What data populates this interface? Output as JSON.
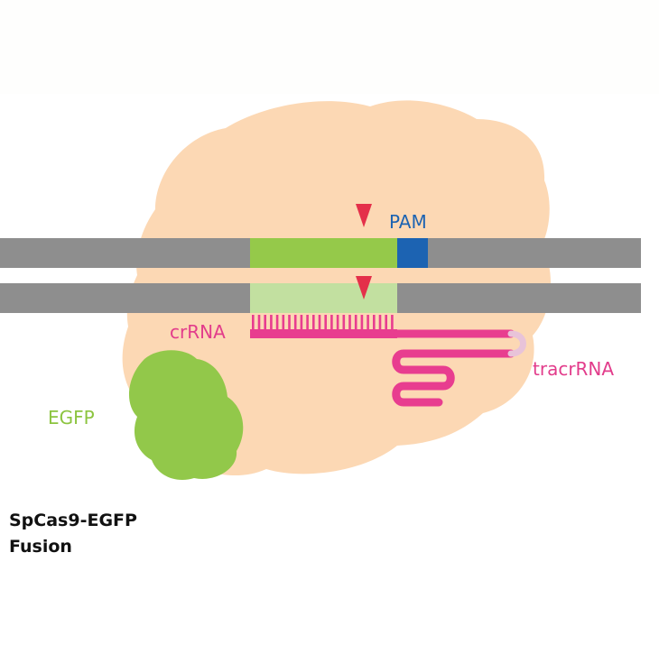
{
  "labels": {
    "pam": "PAM",
    "crrna": "crRNA",
    "tracrrna": "tracrRNA",
    "egfp": "EGFP"
  },
  "caption": {
    "line1": "SpCas9-EGFP",
    "line2": "Fusion"
  },
  "colors": {
    "background": "#ffffff",
    "upper_panel": "#fefefd",
    "cas9": "#fcd8b4",
    "dna": "#8e8e8e",
    "target_top": "#95c94a",
    "target_bottom": "#c2e0a0",
    "pam": "#1c63b2",
    "rna": "#e83d8f",
    "rna_loop": "#e8c3d9",
    "egfp": "#92c84a",
    "cut_marker": "#e4304a",
    "pam_label": "#1c63b2",
    "rna_label": "#e23c8b",
    "egfp_label": "#8cc43f"
  }
}
